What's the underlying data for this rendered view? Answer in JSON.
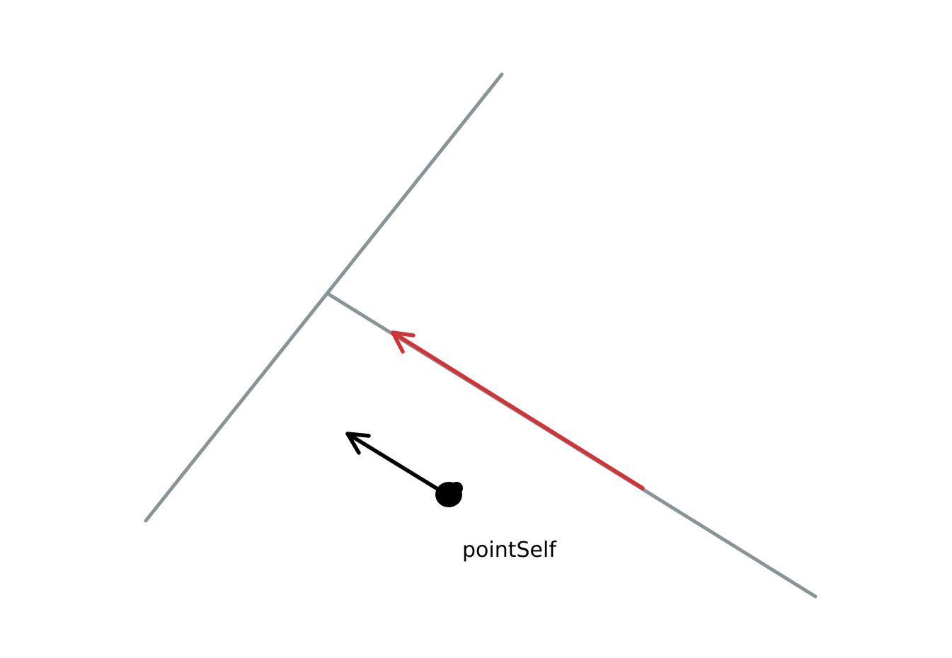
{
  "labels": {
    "point_label": "pointSelf"
  },
  "colors": {
    "background": "#ffffff",
    "guide_line": "#8a9396",
    "highlight_arrow": "#d13438",
    "point_arrow": "#000000",
    "point": "#000000",
    "text": "#000000"
  },
  "icons": {
    "point_marker": "filled-dot",
    "arrow_head": "open-chevron-arrowhead"
  }
}
